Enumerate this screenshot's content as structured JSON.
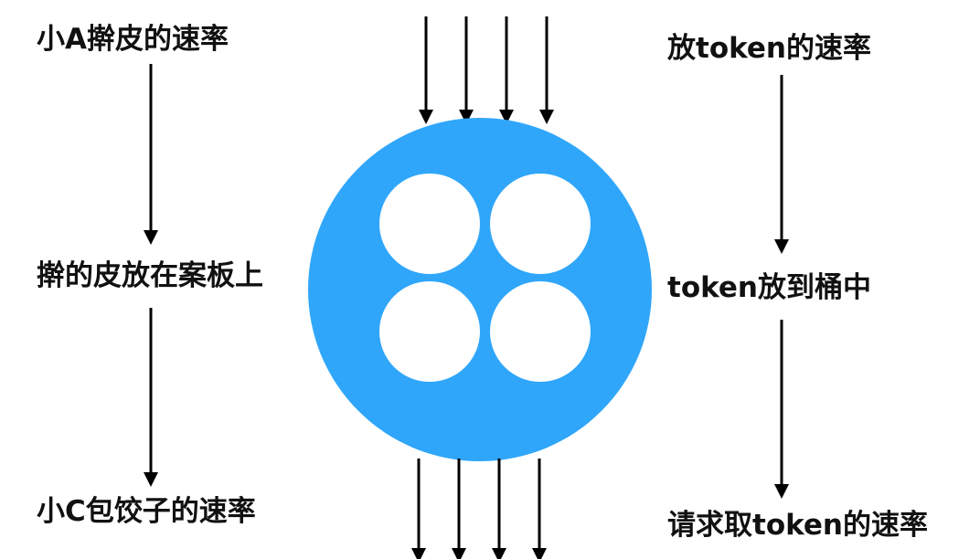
{
  "diagram": {
    "type": "token-bucket analogy",
    "colors": {
      "bucket": "#2fa6fa",
      "token": "#ffffff",
      "arrow": "#000000",
      "text": "#111111",
      "background": "#ffffff"
    },
    "left_flow": {
      "steps": [
        {
          "label": "小A擀皮的速率"
        },
        {
          "label": "擀的皮放在案板上"
        },
        {
          "label": "小C包饺子的速率"
        }
      ]
    },
    "right_flow": {
      "steps": [
        {
          "label": "放token的速率"
        },
        {
          "label": "token放到桶中"
        },
        {
          "label": "请求取token的速率"
        }
      ]
    },
    "bucket": {
      "token_count": 4,
      "incoming_arrows": 4,
      "outgoing_arrows": 4
    }
  }
}
